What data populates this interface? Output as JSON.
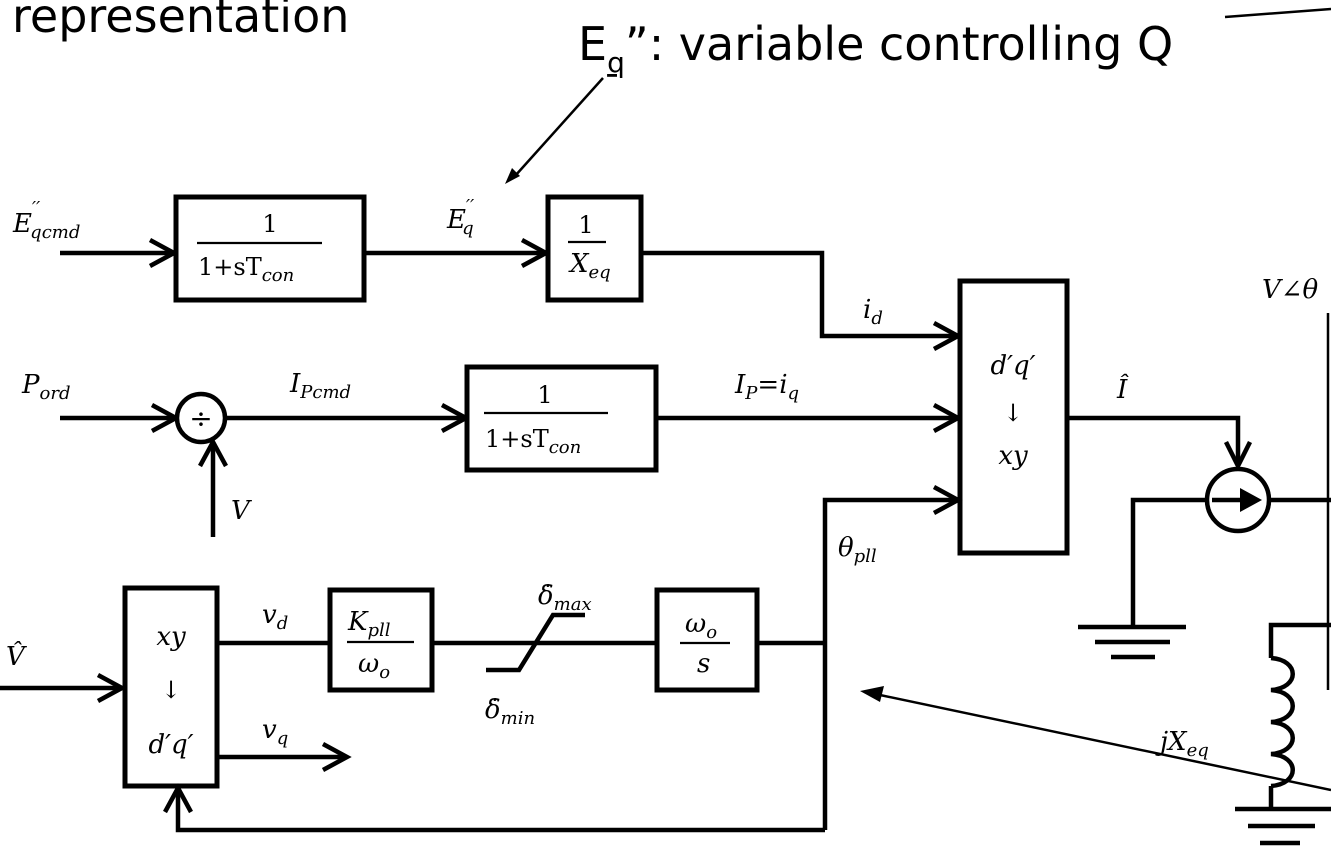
{
  "slide": {
    "title_fragment": "representation",
    "annotation": {
      "main": "E",
      "subscript": "q",
      "rest": "”: variable controlling Q"
    }
  },
  "diagram": {
    "inputs": {
      "eq_cmd": {
        "base": "E",
        "prime": "′′",
        "sub": "qcmd"
      },
      "p_ord": {
        "base": "P",
        "sub": "ord"
      },
      "v_hat": "V̂",
      "v_in": "V"
    },
    "blocks": {
      "lag1": {
        "num": "1",
        "den": "1+sT",
        "den_sub": "con"
      },
      "reactance": {
        "num": "1",
        "den": "X",
        "den_sub": "eq"
      },
      "lag2": {
        "num": "1",
        "den": "1+sT",
        "den_sub": "con"
      },
      "divider": "÷",
      "transform_top": {
        "line1": "d′q′",
        "arrow": "↓",
        "line2": "xy"
      },
      "transform_bottom": {
        "line1": "xy",
        "arrow": "↓",
        "line2": "d′q′"
      },
      "pll_gain": {
        "num": "K",
        "num_sub": "pll",
        "den": "ω",
        "den_sub": "o"
      },
      "integrator": {
        "num": "ω",
        "num_sub": "o",
        "den": "s"
      }
    },
    "signals": {
      "eq": {
        "base": "E",
        "prime": "′′",
        "sub": "q"
      },
      "i_d": {
        "base": "i",
        "sub": "d"
      },
      "ip_cmd": {
        "base": "I",
        "sub": "Pcmd"
      },
      "ip_iq": {
        "base": "I",
        "sub": "P",
        "eq": "=i",
        "sub2": "q"
      },
      "i_hat": "Î",
      "theta_pll": {
        "base": "θ",
        "sub": "pll"
      },
      "v_d": {
        "base": "v",
        "sub": "d"
      },
      "v_q": {
        "base": "v",
        "sub": "q"
      },
      "delta_max": {
        "base": "δ̇",
        "sub": "max"
      },
      "delta_min": {
        "base": "δ̇",
        "sub": "min"
      },
      "v_theta": "V∠θ",
      "jxeq": {
        "base": "jX",
        "sub": "eq"
      }
    }
  }
}
